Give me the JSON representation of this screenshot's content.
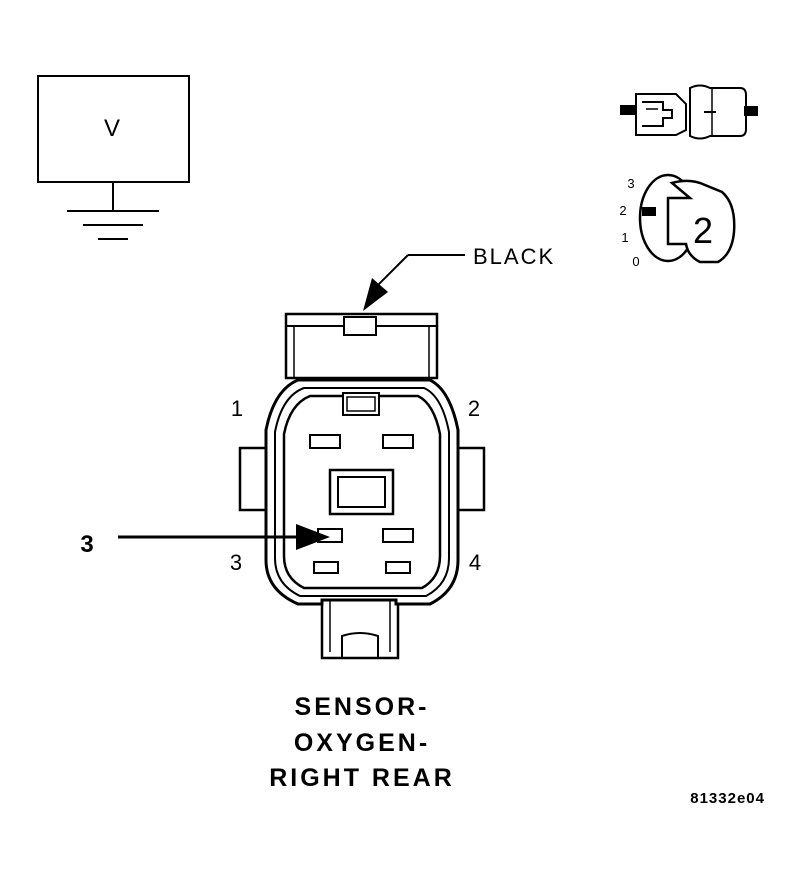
{
  "voltmeter": {
    "symbol": "V"
  },
  "switch_scale": {
    "marks": [
      "3",
      "2",
      "1",
      "0"
    ],
    "position": "2"
  },
  "connector": {
    "color_label": "BLACK",
    "pins": {
      "p1": "1",
      "p2": "2",
      "p3": "3",
      "p4": "4"
    },
    "callout": "3"
  },
  "title": {
    "line1": "SENSOR-",
    "line2": "OXYGEN-",
    "line3": "RIGHT REAR"
  },
  "figure_id": "81332e04"
}
